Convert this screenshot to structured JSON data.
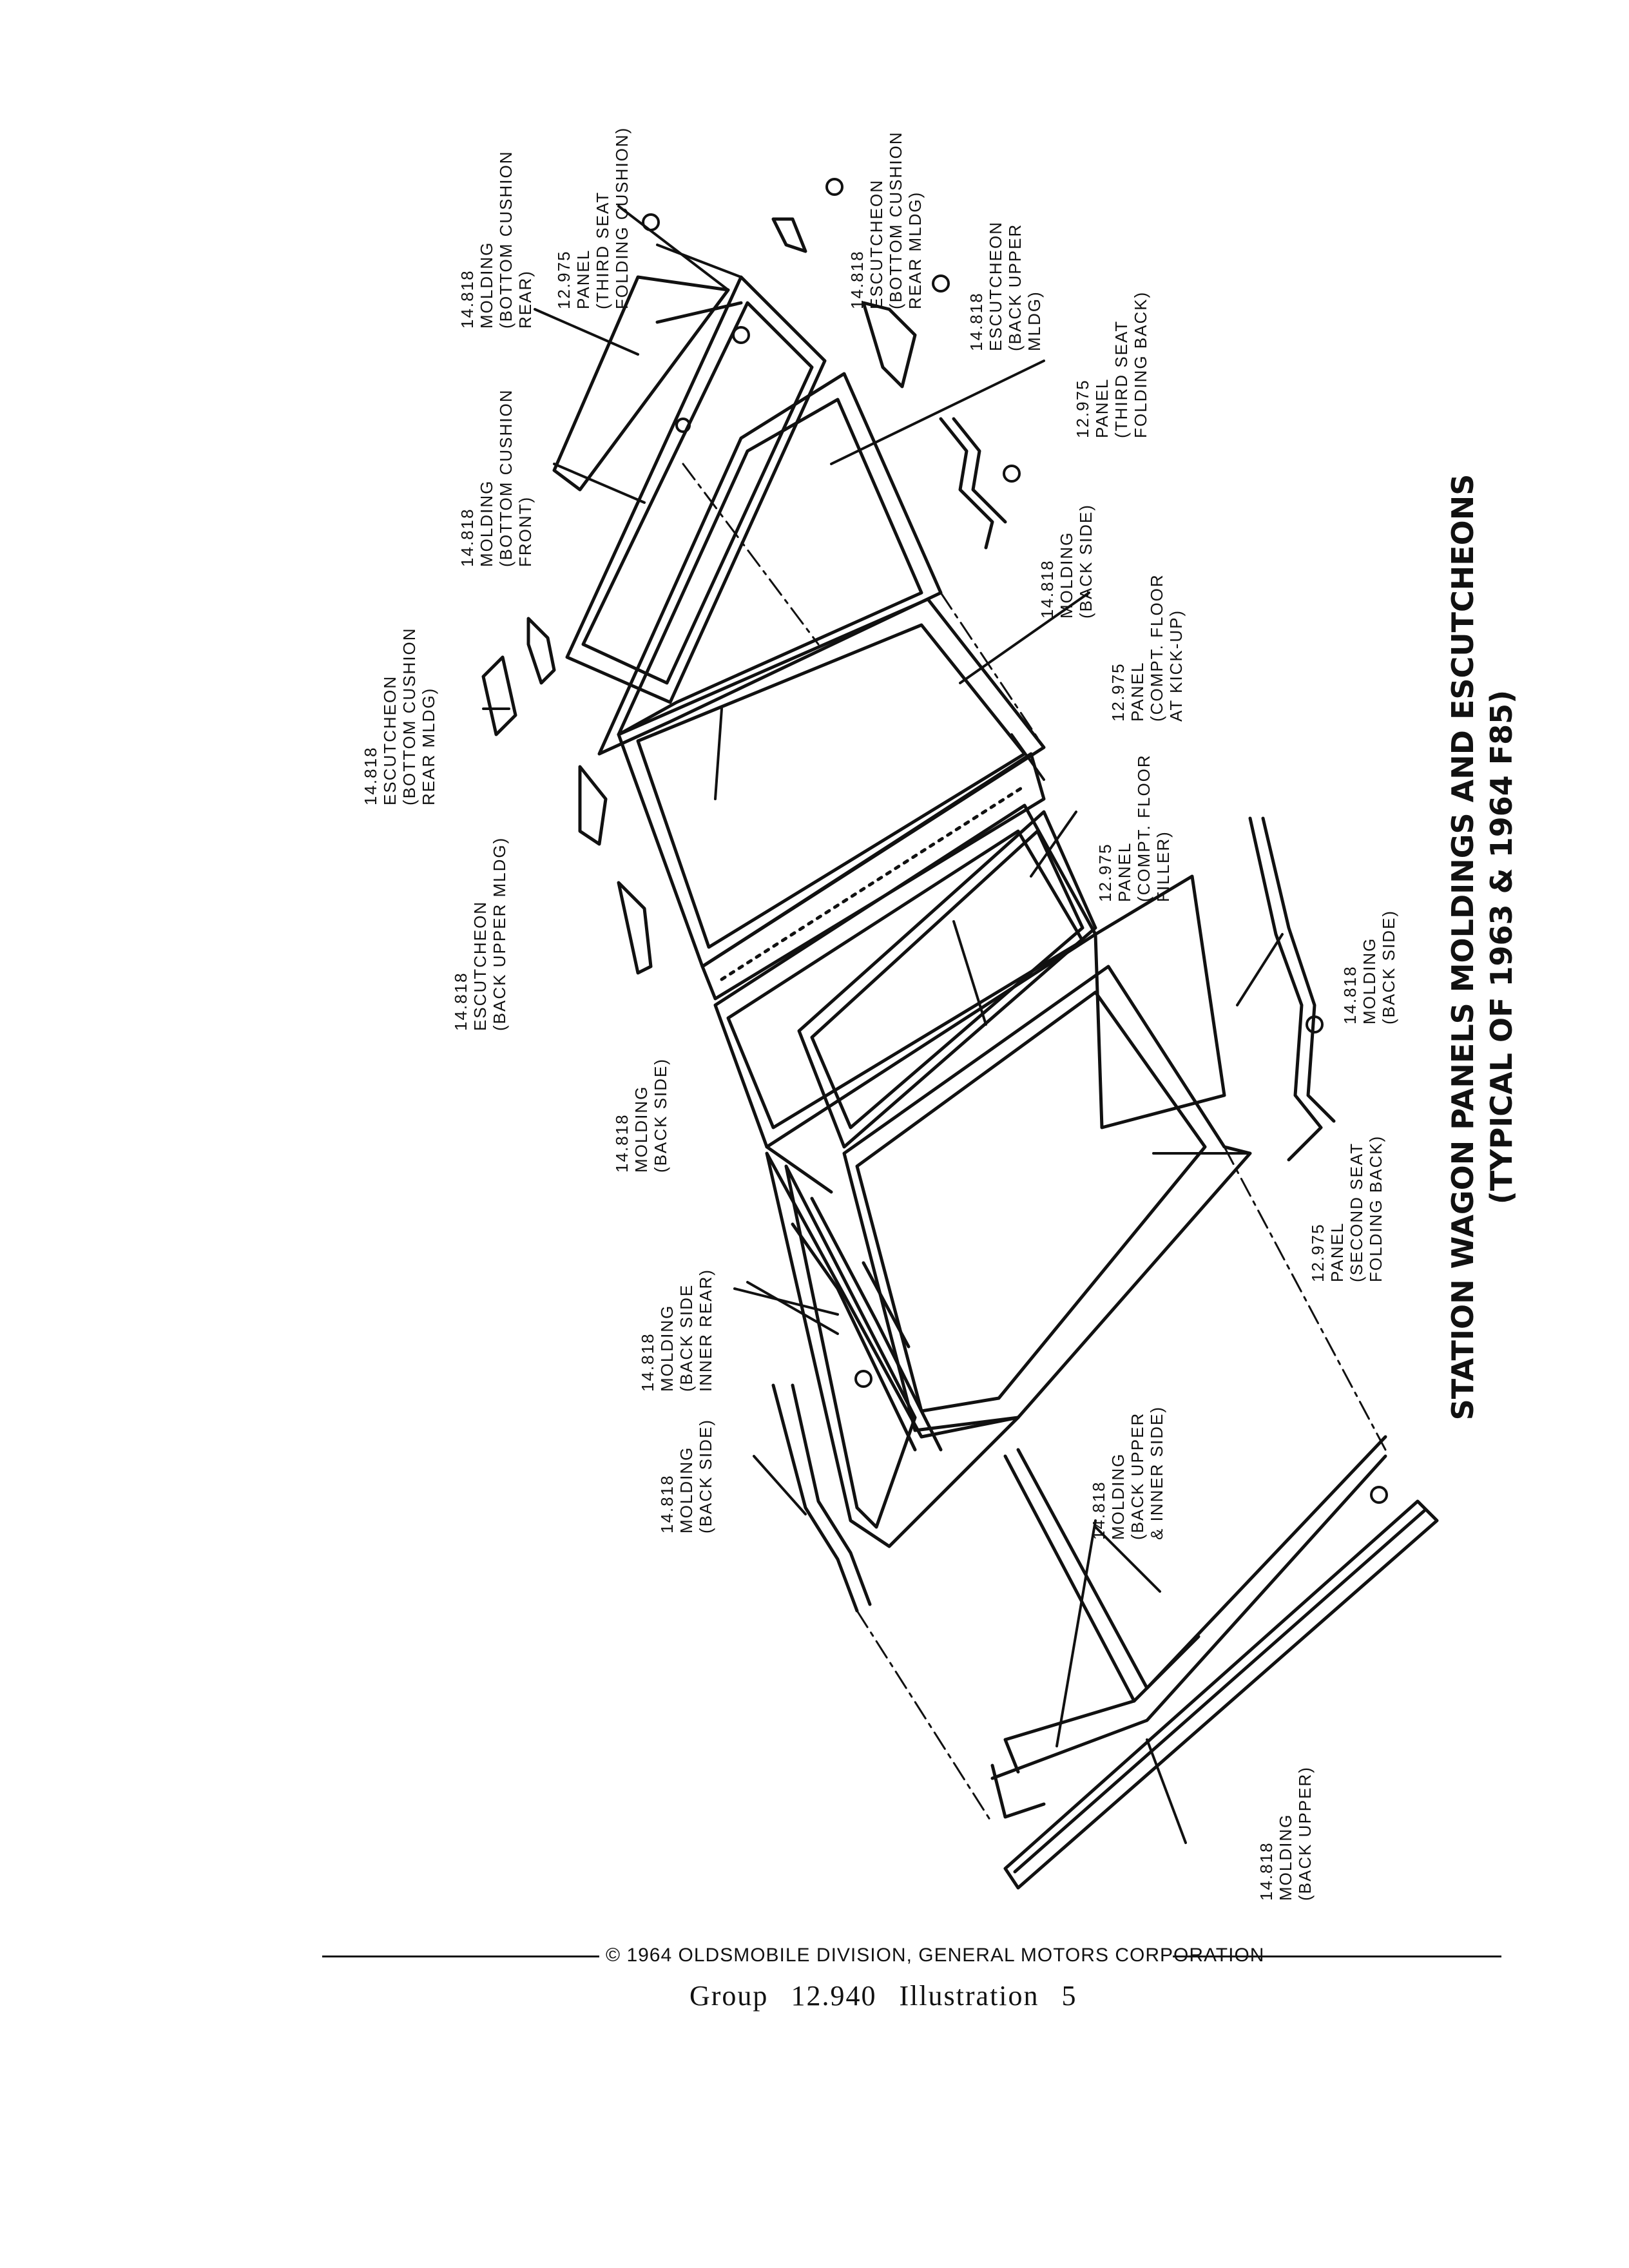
{
  "title": {
    "line1": "STATION WAGON PANELS MOLDINGS AND ESCUTCHEONS",
    "line2": "(TYPICAL OF 1963 & 1964 F85)"
  },
  "callouts": [
    {
      "id": "molding-bottom-cushion-rear",
      "lines": [
        "14.818",
        "MOLDING",
        "(BOTTOM CUSHION",
        "REAR)"
      ]
    },
    {
      "id": "panel-third-seat-folding-cushion",
      "lines": [
        "12.975",
        "PANEL",
        "(THIRD SEAT",
        "FOLDING CUSHION)"
      ]
    },
    {
      "id": "escutcheon-bottom-cushion-rear-mldg-top",
      "lines": [
        "14.818",
        "ESCUTCHEON",
        "(BOTTOM CUSHION",
        "REAR MLDG)"
      ]
    },
    {
      "id": "escutcheon-back-upper-mldg-right",
      "lines": [
        "14.818",
        "ESCUTCHEON",
        "(BACK UPPER",
        "MLDG)"
      ]
    },
    {
      "id": "panel-third-seat-folding-back",
      "lines": [
        "12.975",
        "PANEL",
        "(THIRD SEAT",
        "FOLDING BACK)"
      ]
    },
    {
      "id": "molding-bottom-cushion-front",
      "lines": [
        "14.818",
        "MOLDING",
        "(BOTTOM CUSHION",
        "FRONT)"
      ]
    },
    {
      "id": "escutcheon-bottom-cushion-rear-mldg-left",
      "lines": [
        "14.818",
        "ESCUTCHEON",
        "(BOTTOM CUSHION",
        "REAR MLDG)"
      ]
    },
    {
      "id": "molding-back-side-right-upper",
      "lines": [
        "14.818",
        "MOLDING",
        "(BACK SIDE)"
      ]
    },
    {
      "id": "panel-compt-floor-kick-up",
      "lines": [
        "12.975",
        "PANEL",
        "(COMPT. FLOOR",
        "AT KICK-UP)"
      ]
    },
    {
      "id": "panel-compt-floor-filler",
      "lines": [
        "12.975",
        "PANEL",
        "(COMPT. FLOOR",
        "FILLER)"
      ]
    },
    {
      "id": "escutcheon-back-upper-mldg-left",
      "lines": [
        "14.818",
        "ESCUTCHEON",
        "(BACK UPPER MLDG)"
      ]
    },
    {
      "id": "molding-back-side-right-lower",
      "lines": [
        "14.818",
        "MOLDING",
        "(BACK SIDE)"
      ]
    },
    {
      "id": "molding-back-side-center",
      "lines": [
        "14.818",
        "MOLDING",
        "(BACK SIDE)"
      ]
    },
    {
      "id": "panel-second-seat-folding-back",
      "lines": [
        "12.975",
        "PANEL",
        "(SECOND SEAT",
        "FOLDING BACK)"
      ]
    },
    {
      "id": "molding-back-side-inner-rear",
      "lines": [
        "14.818",
        "MOLDING",
        "(BACK SIDE",
        "INNER REAR)"
      ]
    },
    {
      "id": "molding-back-side-lower-left",
      "lines": [
        "14.818",
        "MOLDING",
        "(BACK SIDE)"
      ]
    },
    {
      "id": "molding-back-upper-inner-side",
      "lines": [
        "14.818",
        "MOLDING",
        "(BACK UPPER",
        "& INNER SIDE)"
      ]
    },
    {
      "id": "molding-back-upper",
      "lines": [
        "14.818",
        "MOLDING",
        "(BACK UPPER)"
      ]
    }
  ],
  "footer": {
    "copyright": "© 1964 OLDSMOBILE DIVISION, GENERAL MOTORS CORPORATION",
    "group_label": "Group",
    "group_number": "12.940",
    "illustration_label": "Illustration",
    "illustration_number": "5"
  }
}
